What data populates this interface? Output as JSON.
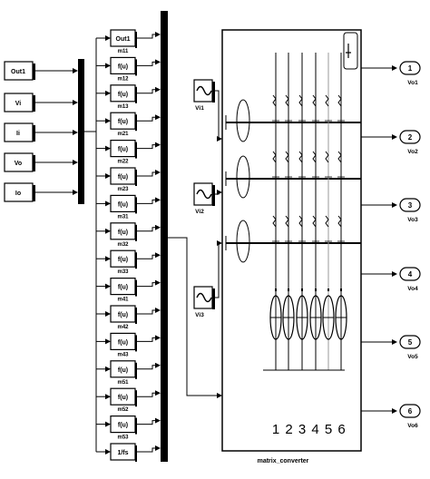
{
  "inputs": [
    {
      "label": "Out1"
    },
    {
      "label": "Vi"
    },
    {
      "label": "Ii"
    },
    {
      "label": "Vo"
    },
    {
      "label": "Io"
    }
  ],
  "fcn_blocks": [
    {
      "label": "Out1",
      "caption": "m11"
    },
    {
      "label": "f(u)",
      "caption": "m12"
    },
    {
      "label": "f(u)",
      "caption": "m13"
    },
    {
      "label": "f(u)",
      "caption": "m21"
    },
    {
      "label": "f(u)",
      "caption": "m22"
    },
    {
      "label": "f(u)",
      "caption": "m23"
    },
    {
      "label": "f(u)",
      "caption": "m31"
    },
    {
      "label": "f(u)",
      "caption": "m32"
    },
    {
      "label": "f(u)",
      "caption": "m33"
    },
    {
      "label": "f(u)",
      "caption": "m41"
    },
    {
      "label": "f(u)",
      "caption": "m42"
    },
    {
      "label": "f(u)",
      "caption": "m43"
    },
    {
      "label": "f(u)",
      "caption": "m51"
    },
    {
      "label": "f(u)",
      "caption": "m52"
    },
    {
      "label": "f(u)",
      "caption": "m53"
    },
    {
      "label": "1/fs",
      "caption": ""
    }
  ],
  "sources": [
    {
      "label": "Vi1"
    },
    {
      "label": "Vi2"
    },
    {
      "label": "Vi3"
    }
  ],
  "outputs": [
    {
      "num": "1",
      "label": "Vo1"
    },
    {
      "num": "2",
      "label": "Vo2"
    },
    {
      "num": "3",
      "label": "Vo3"
    },
    {
      "num": "4",
      "label": "Vo4"
    },
    {
      "num": "5",
      "label": "Vo5"
    },
    {
      "num": "6",
      "label": "Vo6"
    }
  ],
  "converter": {
    "title": "matrix_converter",
    "bottom_numbers": [
      "1",
      "2",
      "3",
      "4",
      "5",
      "6"
    ]
  }
}
